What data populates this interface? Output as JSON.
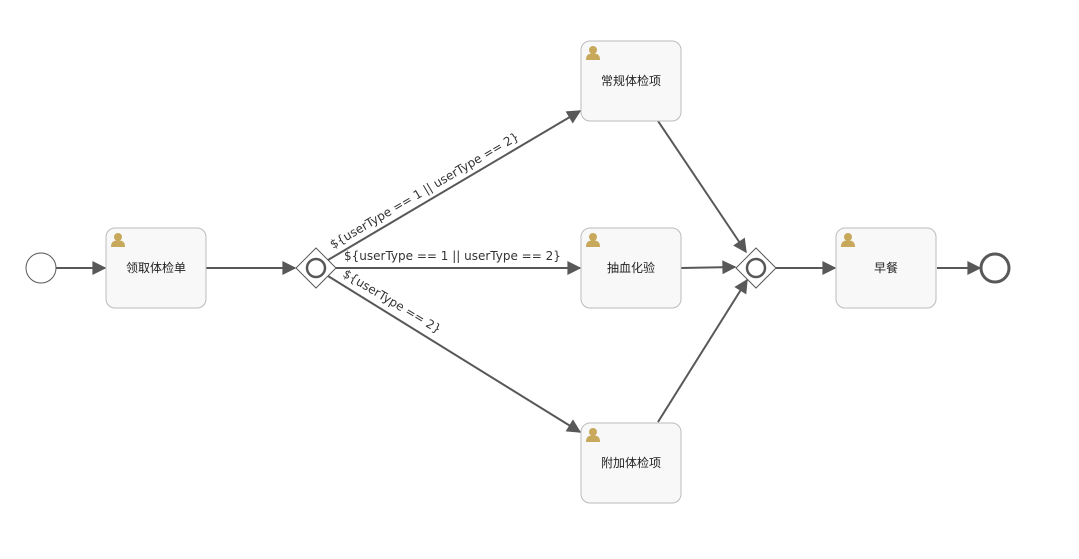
{
  "diagram": {
    "type": "bpmn-process",
    "colors": {
      "line": "#585858",
      "task_fill": "#f8f8f8",
      "task_border": "#bbbbbb",
      "user_icon": "#c8a95c"
    },
    "tasks": {
      "receive_form": {
        "label": "领取体检单",
        "icon": "user-icon"
      },
      "routine_exam": {
        "label": "常规体检项",
        "icon": "user-icon"
      },
      "blood_test": {
        "label": "抽血化验",
        "icon": "user-icon"
      },
      "extra_exam": {
        "label": "附加体检项",
        "icon": "user-icon"
      },
      "breakfast": {
        "label": "早餐",
        "icon": "user-icon"
      }
    },
    "flows": {
      "to_routine": "${userType == 1 || userType == 2}",
      "to_blood": "${userType == 1 || userType == 2}",
      "to_extra": "${userType == 2}"
    }
  }
}
